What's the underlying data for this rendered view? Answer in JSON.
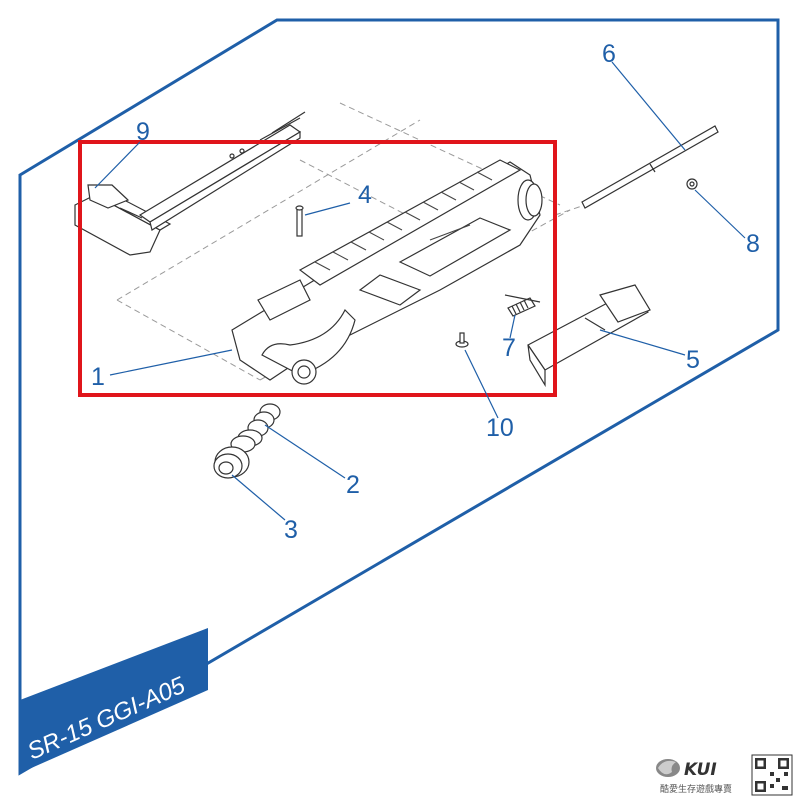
{
  "diagram": {
    "model_label": "SR-15 GGI-A05",
    "callouts": [
      "1",
      "2",
      "3",
      "4",
      "5",
      "6",
      "7",
      "8",
      "9",
      "10"
    ],
    "highlight_color": "#e0151b",
    "frame_color": "#1f5fa8"
  },
  "brand": {
    "name": "KUI",
    "tagline": "酷愛生存遊戲專賣"
  }
}
